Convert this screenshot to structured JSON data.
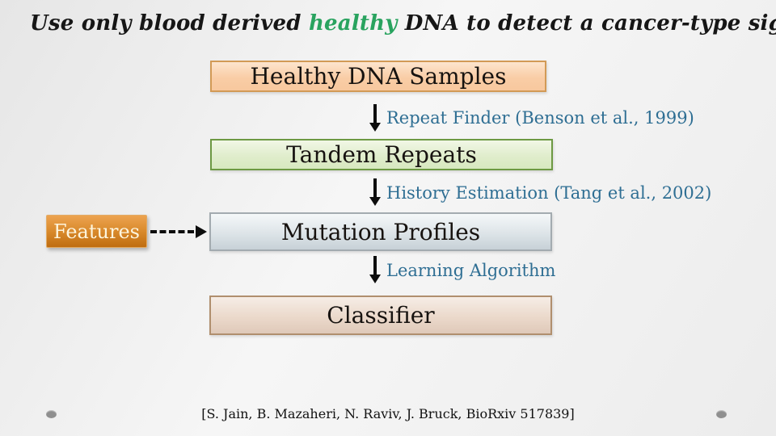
{
  "title": {
    "prefix": "Use only blood derived ",
    "highlight": "healthy",
    "suffix": " DNA to detect a cancer-type signal"
  },
  "flow": {
    "box_healthy_dna": "Healthy DNA Samples",
    "arrow1_label": "Repeat Finder (Benson et al., 1999)",
    "box_tandem_repeats": "Tandem Repeats",
    "arrow2_label": "History Estimation (Tang et al., 2002)",
    "box_features": "Features",
    "box_mutation_profiles": "Mutation Profiles",
    "arrow3_label": "Learning Algorithm",
    "box_classifier": "Classifier"
  },
  "footer": {
    "citation": "[S. Jain, B. Mazaheri, N. Raviv, J. Bruck, BioRxiv 517839]"
  },
  "colors": {
    "title_highlight_green": "#29a35f",
    "step_label_blue": "#2e6e93",
    "healthy_dna_fill_top": "#fde5ce",
    "healthy_dna_fill_bottom": "#f8c89e",
    "healthy_dna_border": "#d29a56",
    "tandem_fill_top": "#f1f7e6",
    "tandem_fill_bottom": "#d7e8bf",
    "tandem_border": "#6d9943",
    "mutation_fill_top": "#f5f8f9",
    "mutation_fill_bottom": "#c7d1d7",
    "mutation_border": "#a3abb0",
    "classifier_fill_top": "#f6ede6",
    "classifier_fill_bottom": "#dfc9b9",
    "classifier_border": "#b08f6e",
    "features_fill_top": "#eca04e",
    "features_fill_bottom": "#bf6d10",
    "features_text": "#fdf5dd",
    "arrow_black": "#0d0d0d",
    "slide_background": "#ededed"
  }
}
